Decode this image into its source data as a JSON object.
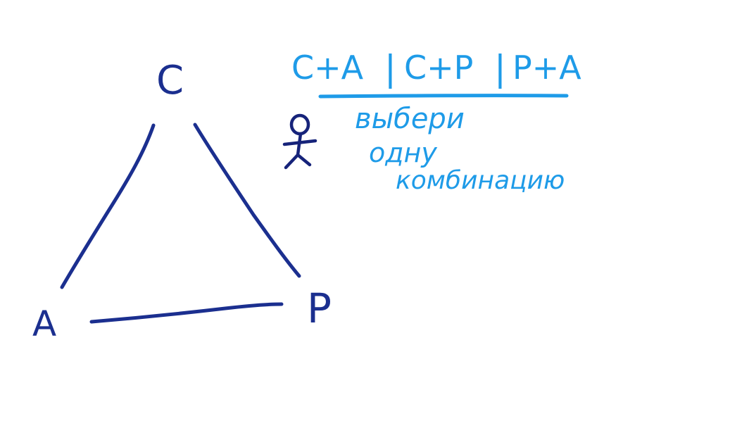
{
  "colors": {
    "triangle": "#1b2f8f",
    "formula": "#1e9be8",
    "figure": "#16237a",
    "background": "#ffffff"
  },
  "triangle": {
    "vertex_top": "C",
    "vertex_left": "A",
    "vertex_right": "P"
  },
  "formula": {
    "options": [
      "C+A",
      "C+P",
      "P+A"
    ],
    "separator": "|"
  },
  "caption": {
    "line1": "выбери",
    "line2": "одну",
    "line3": "комбинацию"
  },
  "icons": {
    "person": "stick-figure-icon"
  }
}
